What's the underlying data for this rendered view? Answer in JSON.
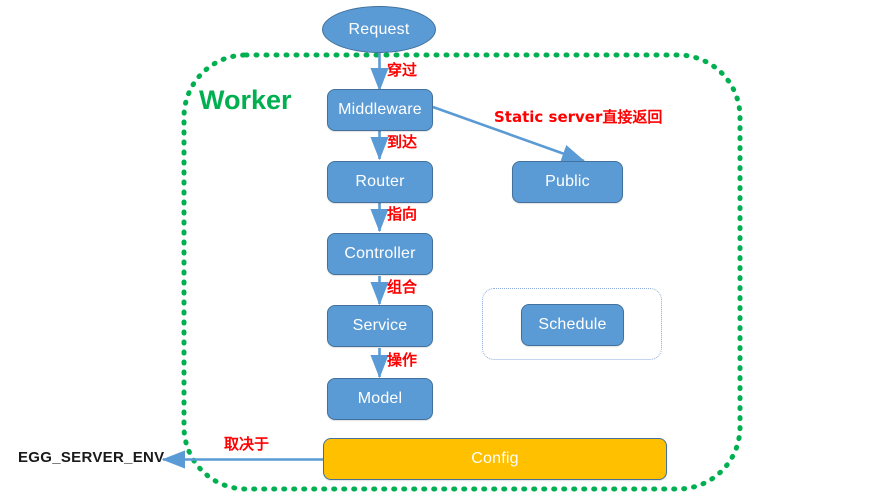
{
  "diagram": {
    "title_label": "Worker",
    "title_color": "#00B050",
    "node_fill": "#5B9BD5",
    "node_stroke": "#41719C",
    "config_fill": "#FFC000",
    "arrow_color": "#5B9BD5",
    "label_color": "#FF0000",
    "boundary_color": "#00B050",
    "external_label": "EGG_SERVER_ENV",
    "nodes": [
      {
        "id": "request",
        "label": "Request",
        "shape": "ellipse"
      },
      {
        "id": "middleware",
        "label": "Middleware",
        "shape": "box"
      },
      {
        "id": "router",
        "label": "Router",
        "shape": "box"
      },
      {
        "id": "controller",
        "label": "Controller",
        "shape": "box"
      },
      {
        "id": "service",
        "label": "Service",
        "shape": "box"
      },
      {
        "id": "model",
        "label": "Model",
        "shape": "box"
      },
      {
        "id": "public",
        "label": "Public",
        "shape": "box"
      },
      {
        "id": "schedule",
        "label": "Schedule",
        "shape": "box"
      },
      {
        "id": "config",
        "label": "Config",
        "shape": "box-config"
      }
    ],
    "edges": [
      {
        "from": "request",
        "to": "middleware",
        "label": "穿过"
      },
      {
        "from": "middleware",
        "to": "router",
        "label": "到达"
      },
      {
        "from": "router",
        "to": "controller",
        "label": "指向"
      },
      {
        "from": "controller",
        "to": "service",
        "label": "组合"
      },
      {
        "from": "service",
        "to": "model",
        "label": "操作"
      },
      {
        "from": "middleware",
        "to": "public",
        "label": "Static server直接返回"
      },
      {
        "from": "config",
        "to": "egg-server-env",
        "label": "取决于"
      }
    ]
  }
}
